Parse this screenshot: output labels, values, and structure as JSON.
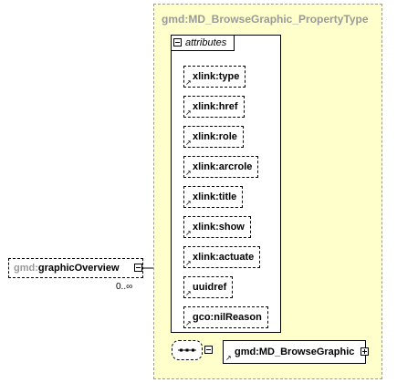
{
  "property_type": {
    "title": "gmd:MD_BrowseGraphic_PropertyType"
  },
  "attributes_group": {
    "label": "attributes",
    "items": [
      {
        "label": "xlink:type",
        "optional": true
      },
      {
        "label": "xlink:href",
        "optional": true
      },
      {
        "label": "xlink:role",
        "optional": true
      },
      {
        "label": "xlink:arcrole",
        "optional": true
      },
      {
        "label": "xlink:title",
        "optional": true
      },
      {
        "label": "xlink:show",
        "optional": true
      },
      {
        "label": "xlink:actuate",
        "optional": true
      },
      {
        "label": "uuidref",
        "optional": true
      },
      {
        "label": "gco:nilReason",
        "optional": true
      }
    ]
  },
  "element": {
    "namespace": "gmd:",
    "name": "graphicOverview",
    "occurrence": "0..∞"
  },
  "child_element": {
    "label": "gmd:MD_BrowseGraphic"
  },
  "colors": {
    "type_box_fill": "#ffffcc",
    "muted_text": "#999999"
  }
}
